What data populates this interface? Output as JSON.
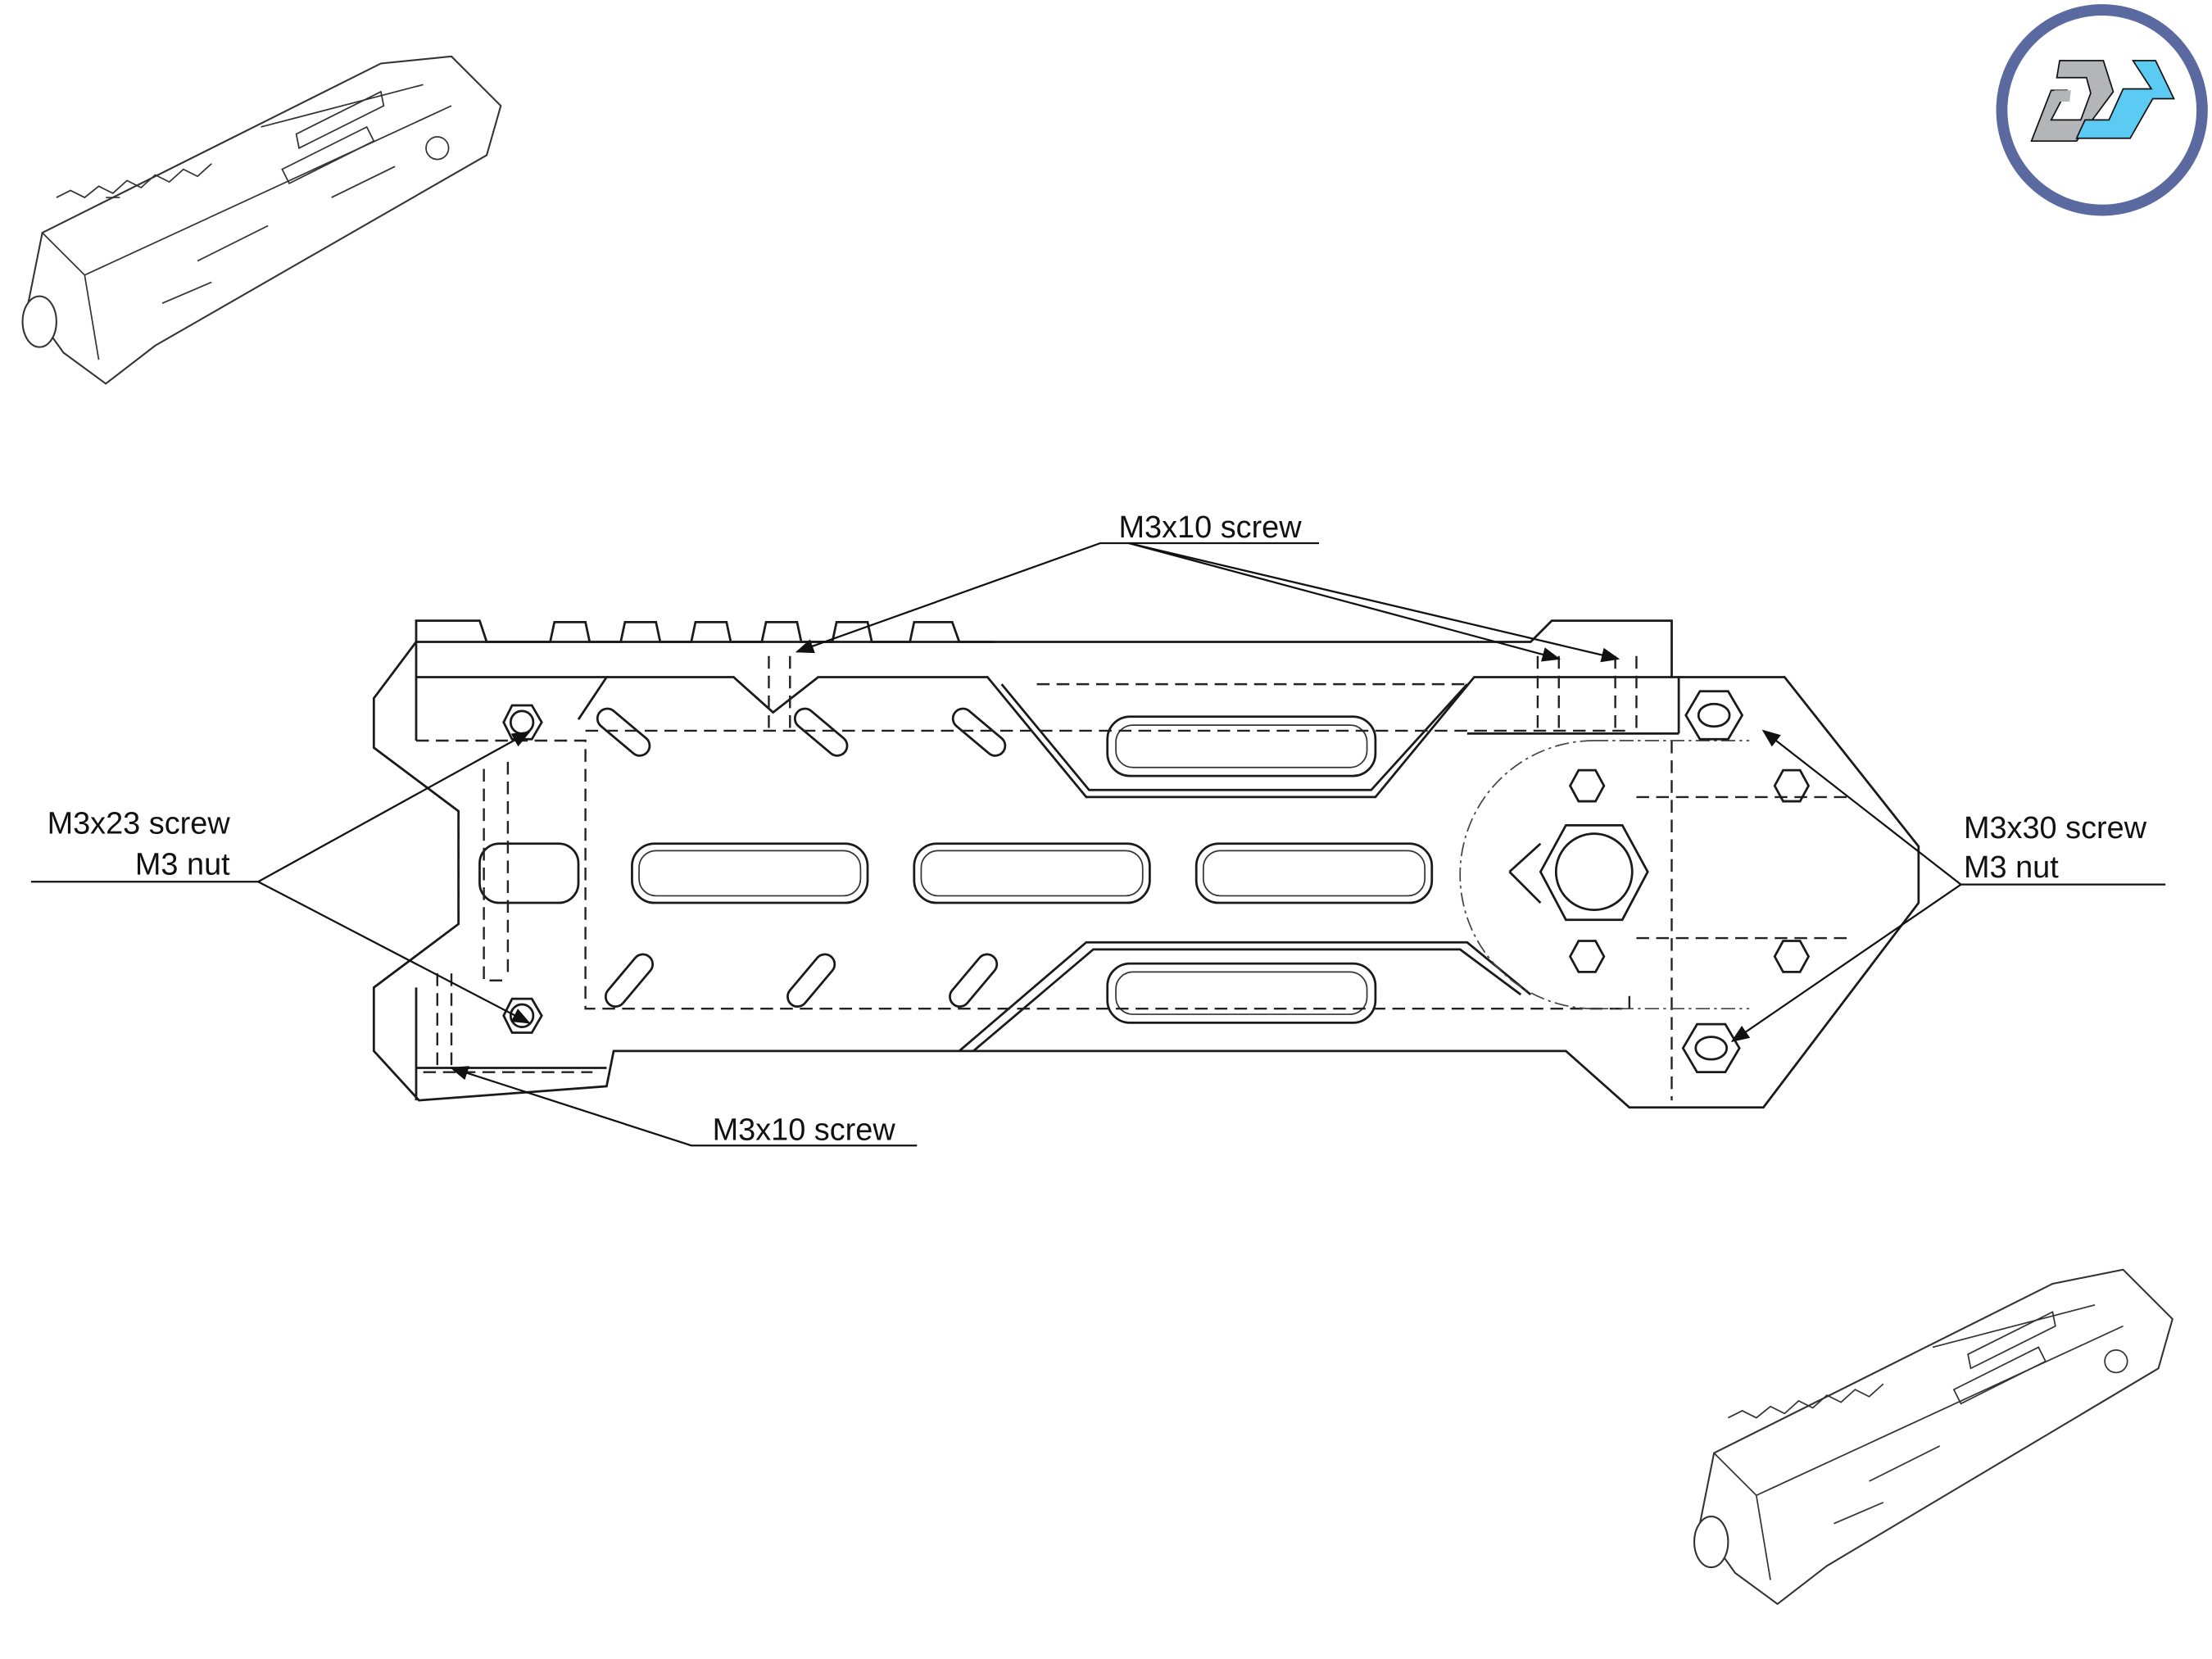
{
  "logo": {
    "text": "DD",
    "ring_color": "#5a6aa0",
    "left_color": "#b3b5b8",
    "right_color": "#5ccbf3"
  },
  "labels": {
    "top_screw": "M3x10 screw",
    "left_screw": "M3x23 screw",
    "left_nut": "M3 nut",
    "right_screw": "M3x30 screw",
    "right_nut": "M3 nut",
    "bottom_screw": "M3x10 screw"
  }
}
